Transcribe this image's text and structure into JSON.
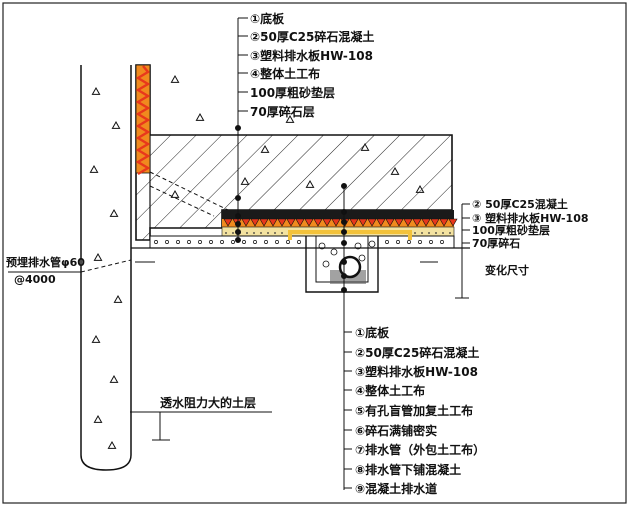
{
  "top_labels": [
    "①底板",
    "②50厚C25碎石混凝土",
    "③塑料排水板HW-108",
    "④整体土工布",
    "100厚粗砂垫层",
    "70厚碎石层"
  ],
  "right_labels": [
    "② 50厚C25混凝土",
    "③ 塑料排水板HW-108",
    "100厚粗砂垫层",
    "70厚碎石"
  ],
  "variable_size_label": "变化尺寸",
  "drain_pipe_label": [
    "预埋排水管φ60",
    "@4000"
  ],
  "soil_label": "透水阻力大的土层",
  "bottom_labels": [
    "①底板",
    "②50厚C25碎石混凝土",
    "③塑料排水板HW-108",
    "④整体土工布",
    "⑤有孔盲管加复土工布",
    "⑥碎石满铺密实",
    "⑦排水管（外包土工布）",
    "⑧排水管下铺混凝土",
    "⑨混凝土排水道"
  ],
  "colors": {
    "line": "#111111",
    "waterproof_red": "#e8381c",
    "waterproof_orange": "#f08a1e",
    "sand_yellow": "#f3c23a",
    "board_black": "#1a1a1a"
  }
}
